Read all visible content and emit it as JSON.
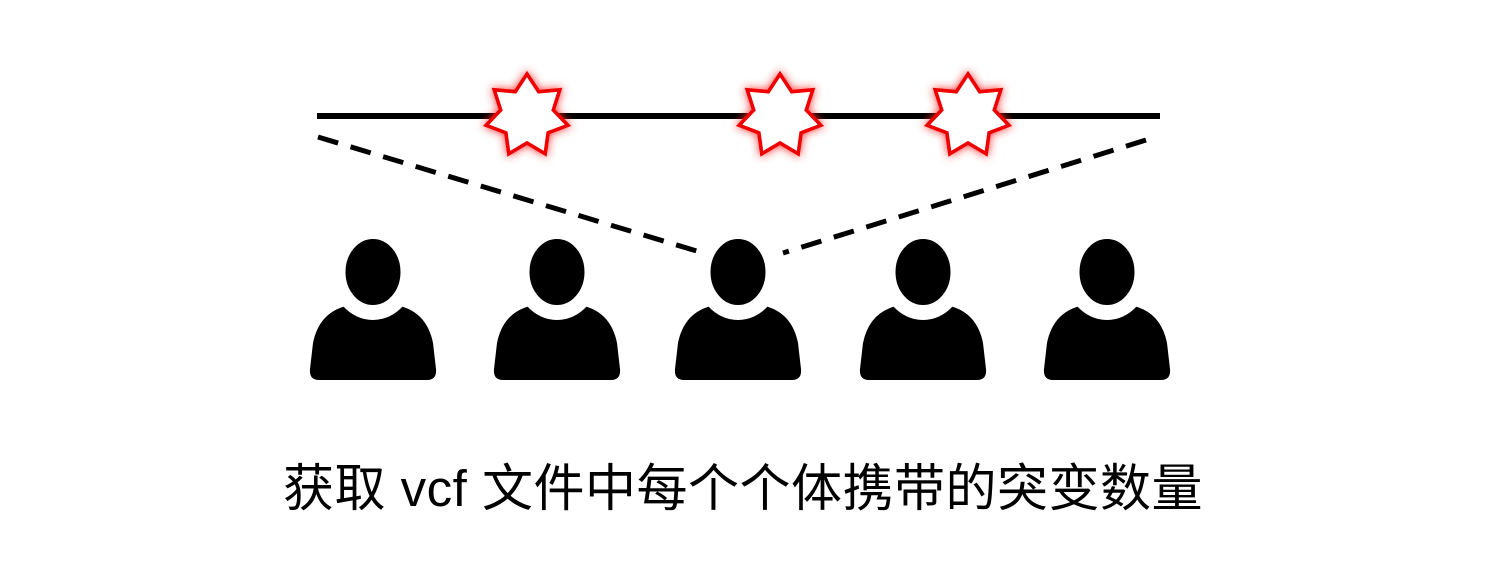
{
  "diagram": {
    "caption": "获取 vcf 文件中每个个体携带的突变数量",
    "colors": {
      "background": "#ffffff",
      "sequence_line": "#000000",
      "dashed_line": "#000000",
      "individual_fill": "#000000",
      "mutation_stroke": "#ee0000",
      "mutation_fill": "#ffffff",
      "mutation_glow": "#ff2a2a",
      "caption_text": "#000000"
    },
    "sequence": {
      "mutation_count": 3
    },
    "individuals": {
      "count": 5,
      "highlighted_index": 3
    }
  }
}
